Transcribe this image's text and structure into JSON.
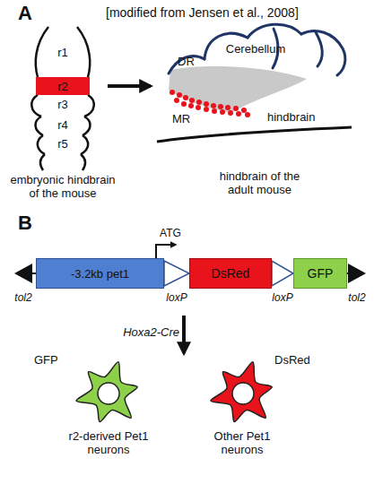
{
  "diagram": {
    "nodes": [
      {
        "text": [
          "r2"
        ]
      },
      {
        "text": [
          "-3.2kb pet1"
        ]
      },
      {
        "text": [
          "DsRed"
        ]
      },
      {
        "text": [
          "GFP"
        ]
      },
      {
        "text": [
          "GFP"
        ]
      },
      {
        "text": [
          "DsRed"
        ]
      }
    ],
    "labels": [
      "A",
      "[modified from Jensen et al., 2008]",
      "r1",
      "r3",
      "r4",
      "r5",
      "embryonic hindbrain of the mouse",
      "Cerebellum",
      "DR",
      "MR",
      "hindbrain",
      "hindbrain of the adult mouse",
      "B",
      "ATG",
      "loxP",
      "loxP",
      "tol2",
      "tol2",
      "Hoxa2-Cre",
      "r2-derived Pet1 neurons",
      "Other Pet1 neurons"
    ]
  }
}
